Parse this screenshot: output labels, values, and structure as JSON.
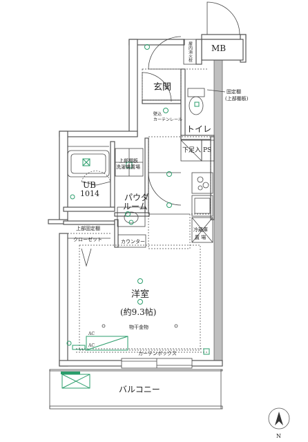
{
  "rooms": {
    "mb": "MB",
    "entrance": "玄関",
    "toilet": "トイレ",
    "ub": "UB",
    "ub_size": "1014",
    "powder_room_line1": "パウダ",
    "powder_room_line2": "ルーム",
    "western_room": "洋室",
    "western_room_size": "(約9.3帖)",
    "balcony": "バルコニー"
  },
  "labels": {
    "indoor_fire_hydrant": "屋内消火栓",
    "fixed_shelf_line1": "固定棚",
    "fixed_shelf_line2": "(上部棚板)",
    "curtain_rail_line1": "壁込",
    "curtain_rail_line2": "カーテンレール",
    "shoe_box": "下足入",
    "ps": "PS",
    "upper_shelf_line1": "上部棚板",
    "upper_shelf_line2": "洗濯機置場",
    "upper_fixed_shelf": "上部固定棚",
    "closet": "クローゼット",
    "counter": "カウンター",
    "fridge_line1": "冷蔵庫",
    "fridge_line2": "置 場",
    "hanger": "物干金物",
    "curtain_box": "カーテンボックス",
    "ac": "AC",
    "north": "N"
  }
}
